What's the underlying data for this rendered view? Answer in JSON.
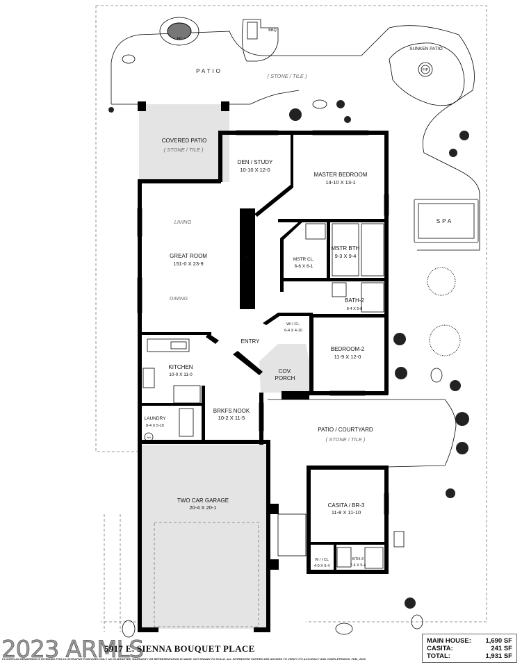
{
  "plan": {
    "outdoor": {
      "patio": "PATIO",
      "patio_material": "( STONE / TILE )",
      "fp": "FP",
      "bbq": "BBQ",
      "sunken_patio": "SUNKEN PATIO",
      "sunken_fp": "F/P",
      "spa": "SPA",
      "courtyard": "PATIO  /  COURTYARD",
      "courtyard_material": "( STONE / TILE )"
    },
    "rooms": {
      "covered_patio": {
        "name": "COVERED PATIO",
        "sub": "( STONE / TILE )"
      },
      "den": {
        "name": "DEN / STUDY",
        "dim": "10-10 X 12-0"
      },
      "master_bedroom": {
        "name": "MASTER BEDROOM",
        "dim": "14-10  X  13-1"
      },
      "living": {
        "name": "LIVING"
      },
      "great_room": {
        "name": "GREAT ROOM",
        "dim": "151-0  X  23-9"
      },
      "great_room_fp": {
        "name": "FP"
      },
      "dining": {
        "name": "DINING"
      },
      "master_closet": {
        "name": "MSTR CL.",
        "dim": "6-6 X 6-1"
      },
      "master_bath": {
        "name": "MSTR BTH",
        "dim": "9-3  X  9-4"
      },
      "bath2": {
        "name": "BATH-2",
        "dim": "8-4 X 5-8"
      },
      "wi_closet": {
        "name": "W/ I CL.",
        "dim": "6-4 X 4-10"
      },
      "entry": {
        "name": "ENTRY"
      },
      "bedroom2": {
        "name": "BEDROOM-2",
        "dim": "11-9  X  12-0"
      },
      "kitchen": {
        "name": "KITCHEN",
        "dim": "10-0 X 11-0"
      },
      "cov_porch": {
        "name": "COV.",
        "name2": "PORCH"
      },
      "brkfs_nook": {
        "name": "BRKFS NOOK",
        "dim": "10-2  X  11-5"
      },
      "laundry": {
        "name": "LAUNDRY",
        "dim": "8-4 X 5-10"
      },
      "wh": {
        "name": "WH"
      },
      "garage": {
        "name": "TWO CAR GARAGE",
        "dim": "20-4  X  20-1"
      },
      "casita": {
        "name": "CASITA / BR-3",
        "dim": "11-8  X  11-10"
      },
      "casita_closet": {
        "name": "W / I CL",
        "dim": "4-0 X 5-4"
      },
      "bath3": {
        "name": "BTH-3",
        "dim": "7-4 X 5-4"
      }
    }
  },
  "footer": {
    "watermark": "2023 ARMLS",
    "address": "5917 E. SIENNA BOUQUET PLACE",
    "disclaimer": "FLOORPLAN RENDERING IS INTENDED FOR ILLUSTRATIVE PURPOSES ONLY. NO GUARANTEE, WARRANTY OR REPRESENTATION IS MADE. NOT DRAWN TO SCALE.  ALL INTERESTED PARTIES ARE ADVISED TO VERIFY ITS ACCURACY AND COMPLETENESS. FEB., 2023.",
    "square_footage": [
      {
        "label": "MAIN HOUSE:",
        "value": "1,690 SF"
      },
      {
        "label": "CASITA:",
        "value": "241 SF"
      },
      {
        "label": "TOTAL:",
        "value": "1,931 SF"
      }
    ]
  }
}
